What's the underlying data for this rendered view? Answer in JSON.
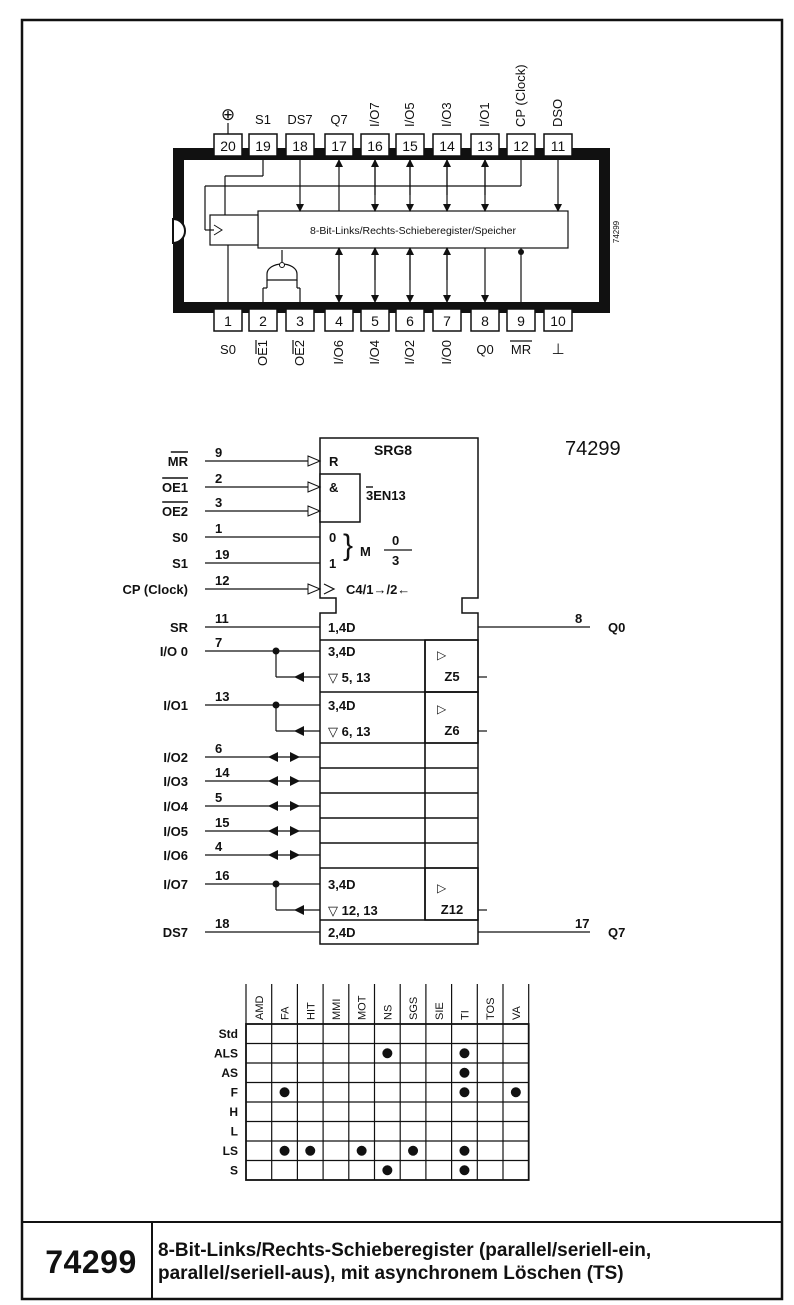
{
  "chip_id": "74299",
  "package": {
    "internal_label": "8-Bit-Links/Rechts-Schieberegister/Speicher",
    "side_code": "74299",
    "top_pins": [
      {
        "num": "20",
        "label": "⊕"
      },
      {
        "num": "19",
        "label": "S1"
      },
      {
        "num": "18",
        "label": "DS7"
      },
      {
        "num": "17",
        "label": "Q7"
      },
      {
        "num": "16",
        "label": "I/O7"
      },
      {
        "num": "15",
        "label": "I/O5"
      },
      {
        "num": "14",
        "label": "I/O3"
      },
      {
        "num": "13",
        "label": "I/O1"
      },
      {
        "num": "12",
        "label": "CP (Clock)"
      },
      {
        "num": "11",
        "label": "DSO"
      }
    ],
    "bottom_pins": [
      {
        "num": "1",
        "label": "S0"
      },
      {
        "num": "2",
        "label": "OE1"
      },
      {
        "num": "3",
        "label": "OE2"
      },
      {
        "num": "4",
        "label": "I/O6"
      },
      {
        "num": "5",
        "label": "I/O4"
      },
      {
        "num": "6",
        "label": "I/O2"
      },
      {
        "num": "7",
        "label": "I/O0"
      },
      {
        "num": "8",
        "label": "Q0"
      },
      {
        "num": "9",
        "label": "MR"
      },
      {
        "num": "10",
        "label": "⊥"
      }
    ]
  },
  "logic": {
    "title": "SRG8",
    "part": "74299",
    "control_inputs": [
      {
        "label": "MR",
        "pin": "9",
        "inner": "R"
      },
      {
        "label": "OE1",
        "pin": "2",
        "inner": "&"
      },
      {
        "label": "OE2",
        "pin": "3",
        "inner": ""
      },
      {
        "label": "S0",
        "pin": "1",
        "inner": "0"
      },
      {
        "label": "S1",
        "pin": "19",
        "inner": "1"
      },
      {
        "label": "CP (Clock)",
        "pin": "12",
        "inner": "C4/1→/2←"
      }
    ],
    "en_label": "3EN13",
    "mode_label": "M",
    "mode_num": "0",
    "mode_den": "3",
    "data_inputs": [
      {
        "label": "SR",
        "pin": "11",
        "inner": "1,4D"
      },
      {
        "label": "I/O 0",
        "pin": "7",
        "inner": "3,4D",
        "inner2": "▽ 5, 13",
        "z": "Z5"
      },
      {
        "label": "I/O1",
        "pin": "13",
        "inner": "3,4D",
        "inner2": "▽ 6, 13",
        "z": "Z6"
      },
      {
        "label": "I/O2",
        "pin": "6"
      },
      {
        "label": "I/O3",
        "pin": "14"
      },
      {
        "label": "I/O4",
        "pin": "5"
      },
      {
        "label": "I/O5",
        "pin": "15"
      },
      {
        "label": "I/O6",
        "pin": "4"
      },
      {
        "label": "I/O7",
        "pin": "16",
        "inner": "3,4D",
        "inner2": "▽ 12, 13",
        "z": "Z12"
      },
      {
        "label": "DS7",
        "pin": "18",
        "inner": "2,4D"
      }
    ],
    "outputs": [
      {
        "label": "Q0",
        "pin": "8"
      },
      {
        "label": "Q7",
        "pin": "17"
      }
    ],
    "tri_symbol": "▷"
  },
  "availability": {
    "manufacturers": [
      "AMD",
      "FA",
      "HIT",
      "MMI",
      "MOT",
      "NS",
      "SGS",
      "SIE",
      "TI",
      "TOS",
      "VA"
    ],
    "families": [
      "Std",
      "ALS",
      "AS",
      "F",
      "H",
      "L",
      "LS",
      "S"
    ],
    "marks": [
      {
        "family": "ALS",
        "manufacturer": "NS"
      },
      {
        "family": "ALS",
        "manufacturer": "TI"
      },
      {
        "family": "AS",
        "manufacturer": "TI"
      },
      {
        "family": "F",
        "manufacturer": "FA"
      },
      {
        "family": "F",
        "manufacturer": "TI"
      },
      {
        "family": "F",
        "manufacturer": "VA"
      },
      {
        "family": "LS",
        "manufacturer": "FA"
      },
      {
        "family": "LS",
        "manufacturer": "HIT"
      },
      {
        "family": "LS",
        "manufacturer": "MOT"
      },
      {
        "family": "LS",
        "manufacturer": "SGS"
      },
      {
        "family": "LS",
        "manufacturer": "TI"
      },
      {
        "family": "S",
        "manufacturer": "NS"
      },
      {
        "family": "S",
        "manufacturer": "TI"
      }
    ]
  },
  "footer": {
    "title": "74299",
    "line1": "8-Bit-Links/Rechts-Schieberegister (parallel/seriell-ein,",
    "line2": "parallel/seriell-aus), mit asynchronem Löschen (TS)"
  }
}
